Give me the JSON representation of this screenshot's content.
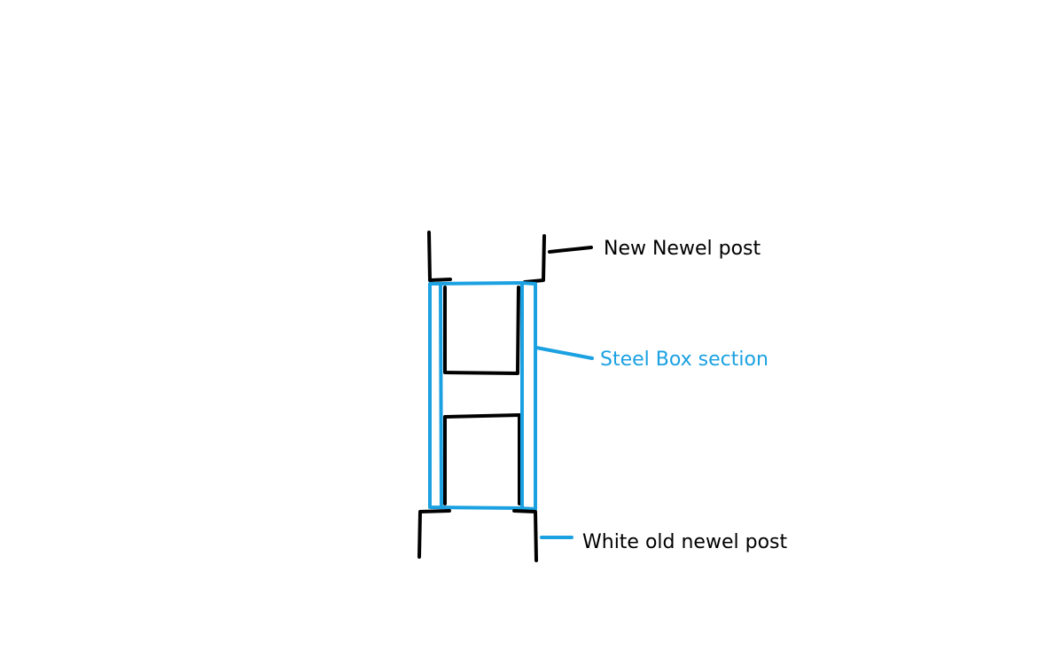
{
  "labels": {
    "new_newel_post": "New Newel post",
    "steel_box_section": "Steel Box section",
    "white_old_newel_post": "White old newel post"
  },
  "colors": {
    "ink": "#000000",
    "steel": "#1ba1e2",
    "background": "#ffffff"
  }
}
